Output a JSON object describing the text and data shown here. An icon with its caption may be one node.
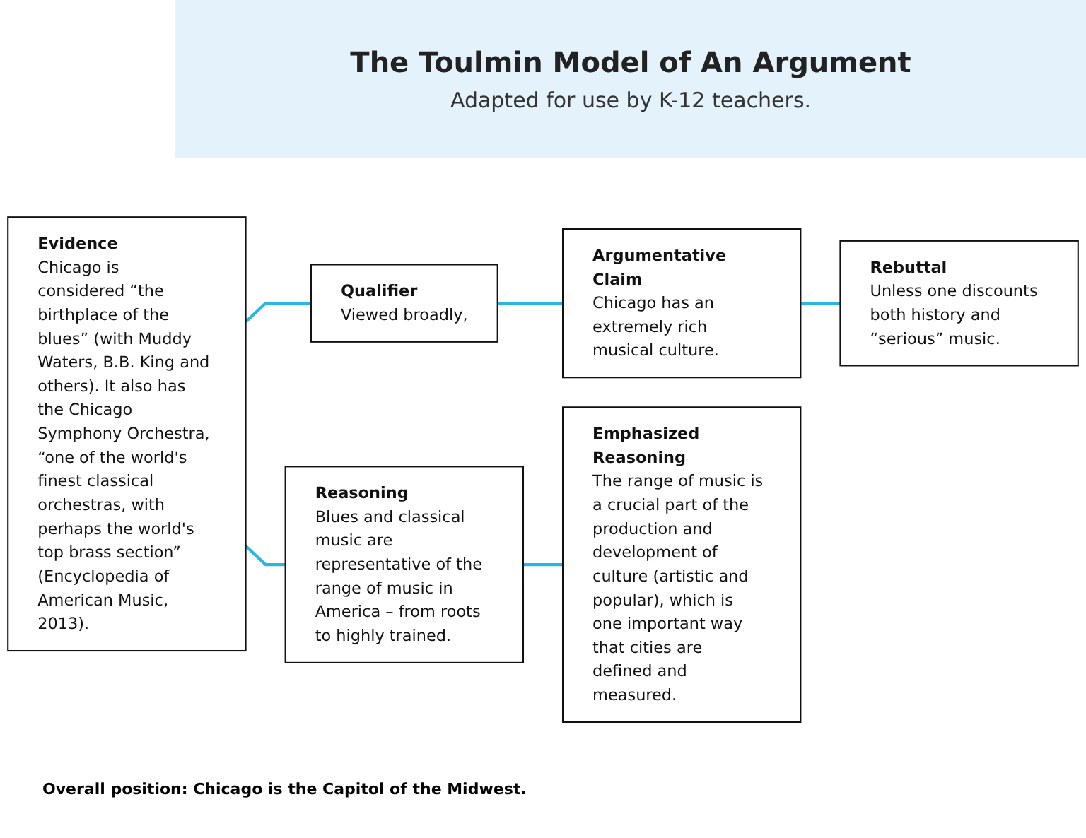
{
  "diagram": {
    "title": "The Toulmin Model of An Argument",
    "nodes": [
      {
        "text": [
          "Evidence",
          "Chicago is considered “the birthplace of the blues” (with Muddy Waters, B.B. King and others). It also has the Chicago Symphony Orchestra, “one of the world's finest classical orchestras, with perhaps the world's top brass section” (Encyclopedia of American Music, 2013)."
        ]
      },
      {
        "text": [
          "Qualifier",
          "Viewed broadly,"
        ]
      },
      {
        "text": [
          "Argumentative Claim",
          "Chicago has an extremely rich musical culture."
        ]
      },
      {
        "text": [
          "Reasoning",
          "Blues and classical music are representative of the range of music in America – from roots to highly trained."
        ]
      },
      {
        "text": [
          "Emphasized Reasoning",
          "The range of music is a crucial part of the production and development of culture (artistic and popular), which is one important way that cities are defined and measured."
        ]
      },
      {
        "text": [
          "Rebuttal",
          "Unless one discounts both history and “serious” music."
        ]
      }
    ],
    "edges": [
      {
        "from": 0,
        "to": 1,
        "arrow": "none"
      },
      {
        "from": 0,
        "to": 3,
        "arrow": "none"
      },
      {
        "from": 1,
        "to": 2,
        "arrow": "none"
      },
      {
        "from": 3,
        "to": 4,
        "arrow": "none"
      },
      {
        "from": 2,
        "to": 5,
        "arrow": "none"
      }
    ],
    "labels": [
      "Adapted for use by K-12 teachers.",
      "Overall position: Chicago is the Capitol of the Midwest."
    ]
  }
}
